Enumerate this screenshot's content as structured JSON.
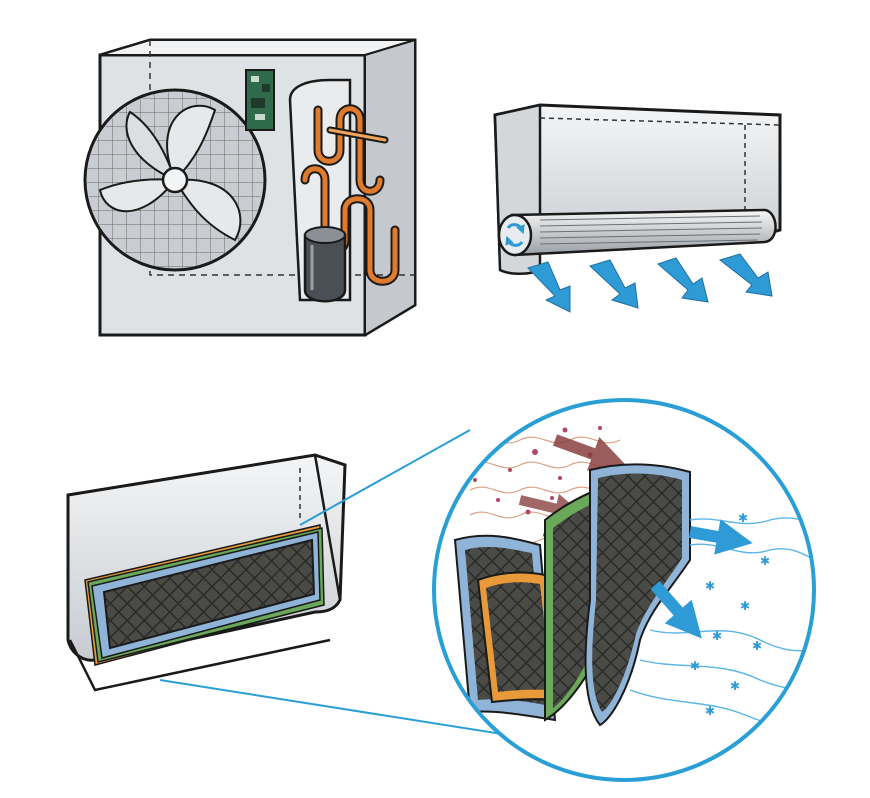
{
  "figure": {
    "panels": [
      {
        "id": "outdoor-unit",
        "icon": "outdoor-condenser-unit-icon"
      },
      {
        "id": "indoor-unit",
        "icon": "indoor-wall-unit-icon"
      },
      {
        "id": "filter-unit",
        "icon": "indoor-unit-filter-icon"
      },
      {
        "id": "filter-detail",
        "icon": "filter-layers-magnified-icon"
      }
    ],
    "colors": {
      "outline": "#1a1a1a",
      "casing": "#d9dcdf",
      "copper": "#e07b2e",
      "airflow": "#2f9bd6",
      "lens": "#2a9fd6",
      "layer_blue": "#8fb4d8",
      "layer_orange": "#e89a3a",
      "layer_green": "#6aa85a",
      "dust": "#b0476a"
    }
  }
}
